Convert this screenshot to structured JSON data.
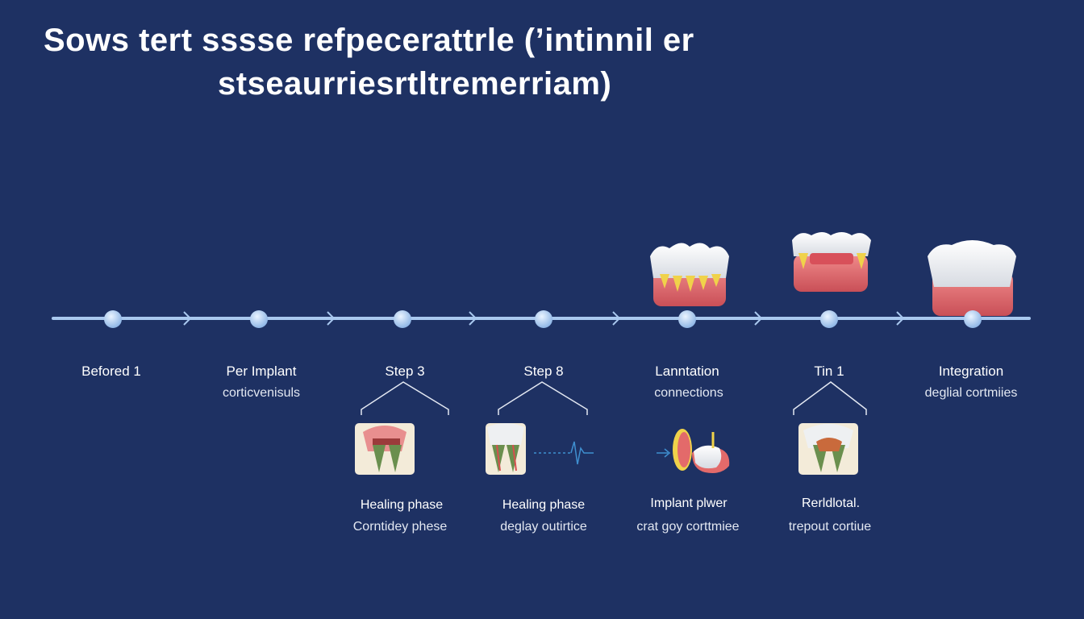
{
  "title": {
    "line1": "Sows tert sssse refpecerattrle (’intinnil  er",
    "line2": "stseaurriesrtltremerriam)"
  },
  "colors": {
    "background": "#1e3163",
    "timeline": "#a9c8ef",
    "node": "#bcd6f4",
    "gum": "#e36a6a",
    "tooth": "#f4f4f4",
    "root": "#f0d24a"
  },
  "stages": [
    {
      "label": "Befored 1",
      "sublabel": ""
    },
    {
      "label": "Per Implant",
      "sublabel": "corticvenisuls"
    },
    {
      "label": "Step 3",
      "sublabel": ""
    },
    {
      "label": "Step 8",
      "sublabel": ""
    },
    {
      "label": "Lanntation",
      "sublabel": "connections"
    },
    {
      "label": "Tin 1",
      "sublabel": ""
    },
    {
      "label": "Integration",
      "sublabel": "deglial cortmiies"
    }
  ],
  "details": [
    {
      "caption": "Healing phase",
      "subcaption": "Corntidey phese",
      "icon": "tooth-cross-section-icon"
    },
    {
      "caption": "Healing phase",
      "subcaption": "deglay outirtice",
      "icon": "tooth-cross-section-icon"
    },
    {
      "caption": "Implant plwer",
      "subcaption": "crat goy corttmiee",
      "icon": "implant-crown-icon"
    },
    {
      "caption": "Rerldlotal.",
      "subcaption": "trepout cortiue",
      "icon": "tooth-cross-section-icon"
    }
  ],
  "illustrations": [
    {
      "icon": "denture-teeth-icon"
    },
    {
      "icon": "gum-teeth-icon"
    },
    {
      "icon": "crown-tooth-icon"
    }
  ]
}
